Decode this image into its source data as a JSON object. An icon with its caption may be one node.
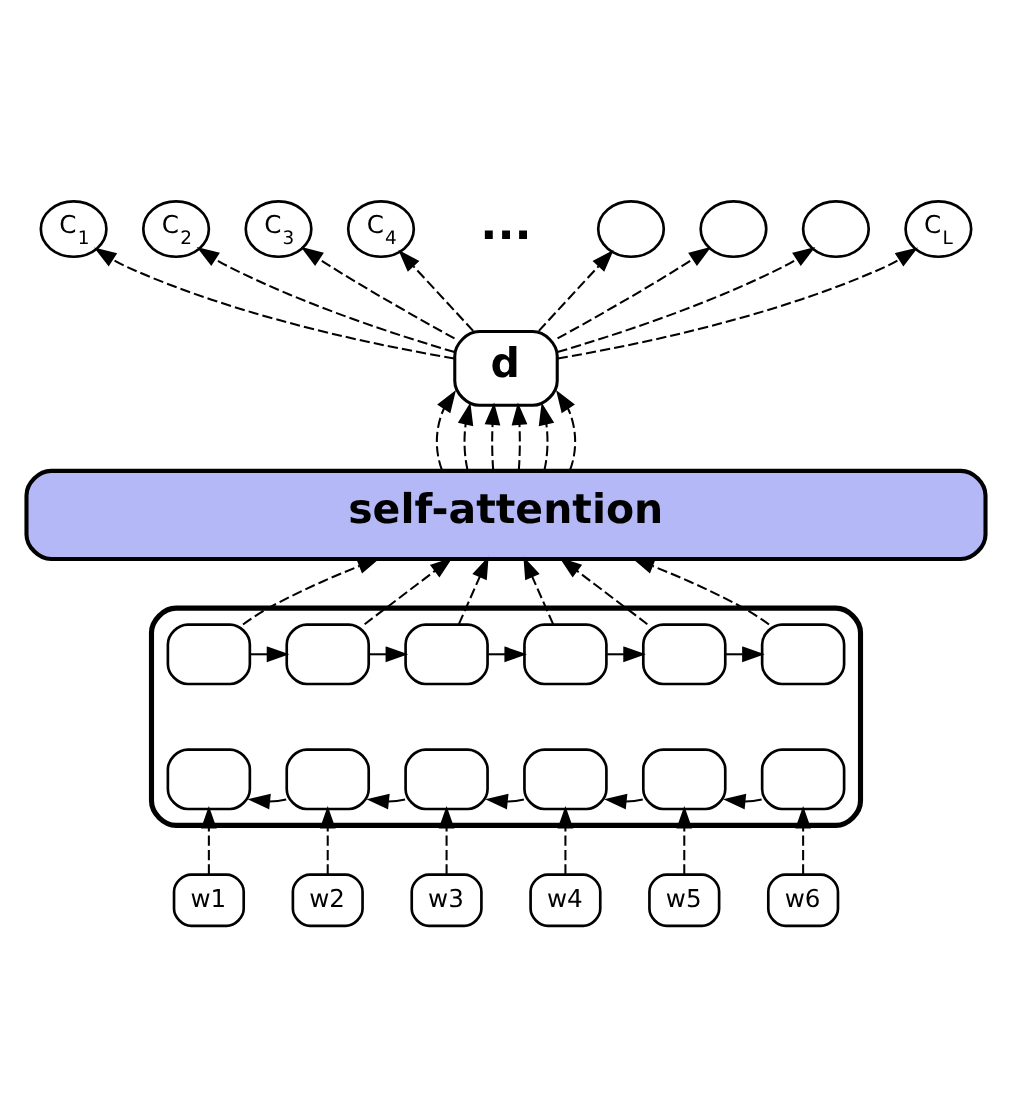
{
  "diagram": {
    "nodes": [
      {
        "text": [
          "C$_{1}$"
        ]
      },
      {
        "text": [
          "C$_{2}$"
        ]
      },
      {
        "text": [
          "C$_{3}$"
        ]
      },
      {
        "text": [
          "C$_{4}$"
        ]
      },
      {
        "text": [],
        "shape": "circle"
      },
      {
        "text": [],
        "shape": "circle"
      },
      {
        "text": [],
        "shape": "circle"
      },
      {
        "text": [
          "C$_{L}$"
        ]
      },
      {
        "text": [
          "d"
        ]
      },
      {
        "text": [
          "self-attention"
        ]
      },
      {
        "text": [],
        "shape": "box"
      },
      {
        "text": [],
        "shape": "box",
        "in": 10
      },
      {
        "text": [],
        "shape": "box",
        "in": 10
      },
      {
        "text": [],
        "shape": "box",
        "in": 10
      },
      {
        "text": [],
        "shape": "box",
        "in": 10
      },
      {
        "text": [],
        "shape": "box",
        "in": 10
      },
      {
        "text": [],
        "shape": "box",
        "in": 10
      },
      {
        "text": [],
        "shape": "box",
        "in": 10
      },
      {
        "text": [],
        "shape": "box",
        "in": 10
      },
      {
        "text": [],
        "shape": "box",
        "in": 10
      },
      {
        "text": [],
        "shape": "box",
        "in": 10
      },
      {
        "text": [],
        "shape": "box",
        "in": 10
      },
      {
        "text": [],
        "shape": "box",
        "in": 10
      },
      {
        "text": [
          "w1"
        ]
      },
      {
        "text": [
          "w2"
        ]
      },
      {
        "text": [
          "w3"
        ]
      },
      {
        "text": [
          "w4"
        ]
      },
      {
        "text": [
          "w5"
        ]
      },
      {
        "text": [
          "w6"
        ]
      }
    ],
    "edges": [
      {
        "from": 8,
        "to": 0,
        "arrow": "to",
        "style": "dashed"
      },
      {
        "from": 8,
        "to": 1,
        "arrow": "to",
        "style": "dashed"
      },
      {
        "from": 8,
        "to": 2,
        "arrow": "to",
        "style": "dashed"
      },
      {
        "from": 8,
        "to": 3,
        "arrow": "to",
        "style": "dashed"
      },
      {
        "from": 8,
        "to": 4,
        "arrow": "to",
        "style": "dashed"
      },
      {
        "from": 8,
        "to": 5,
        "arrow": "to",
        "style": "dashed"
      },
      {
        "from": 8,
        "to": 6,
        "arrow": "to",
        "style": "dashed"
      },
      {
        "from": 8,
        "to": 7,
        "arrow": "to",
        "style": "dashed"
      },
      {
        "from": 9,
        "to": 8,
        "arrow": "to",
        "style": "dashed"
      },
      {
        "from": 9,
        "to": 8,
        "arrow": "to",
        "style": "dashed"
      },
      {
        "from": 9,
        "to": 8,
        "arrow": "to",
        "style": "dashed"
      },
      {
        "from": 9,
        "to": 8,
        "arrow": "to",
        "style": "dashed"
      },
      {
        "from": 9,
        "to": 8,
        "arrow": "to",
        "style": "dashed"
      },
      {
        "from": 9,
        "to": 8,
        "arrow": "to",
        "style": "dashed"
      },
      {
        "from": 11,
        "to": 9,
        "arrow": "to",
        "style": "dashed"
      },
      {
        "from": 12,
        "to": 9,
        "arrow": "to",
        "style": "dashed"
      },
      {
        "from": 13,
        "to": 9,
        "arrow": "to",
        "style": "dashed"
      },
      {
        "from": 14,
        "to": 9,
        "arrow": "to",
        "style": "dashed"
      },
      {
        "from": 15,
        "to": 9,
        "arrow": "to",
        "style": "dashed"
      },
      {
        "from": 16,
        "to": 9,
        "arrow": "to",
        "style": "dashed"
      },
      {
        "from": 11,
        "to": 12,
        "arrow": "to"
      },
      {
        "from": 12,
        "to": 13,
        "arrow": "to"
      },
      {
        "from": 13,
        "to": 14,
        "arrow": "to"
      },
      {
        "from": 14,
        "to": 15,
        "arrow": "to"
      },
      {
        "from": 15,
        "to": 16,
        "arrow": "to"
      },
      {
        "from": 22,
        "to": 21,
        "arrow": "to"
      },
      {
        "from": 21,
        "to": 20,
        "arrow": "to"
      },
      {
        "from": 20,
        "to": 19,
        "arrow": "to"
      },
      {
        "from": 19,
        "to": 18,
        "arrow": "to"
      },
      {
        "from": 18,
        "to": 17,
        "arrow": "to"
      },
      {
        "from": 23,
        "to": 17,
        "arrow": "to",
        "style": "dashed"
      },
      {
        "from": 24,
        "to": 18,
        "arrow": "to",
        "style": "dashed"
      },
      {
        "from": 25,
        "to": 19,
        "arrow": "to",
        "style": "dashed"
      },
      {
        "from": 26,
        "to": 20,
        "arrow": "to",
        "style": "dashed"
      },
      {
        "from": 27,
        "to": 21,
        "arrow": "to",
        "style": "dashed"
      },
      {
        "from": 28,
        "to": 22,
        "arrow": "to",
        "style": "dashed"
      }
    ],
    "labels": [
      "..."
    ]
  }
}
